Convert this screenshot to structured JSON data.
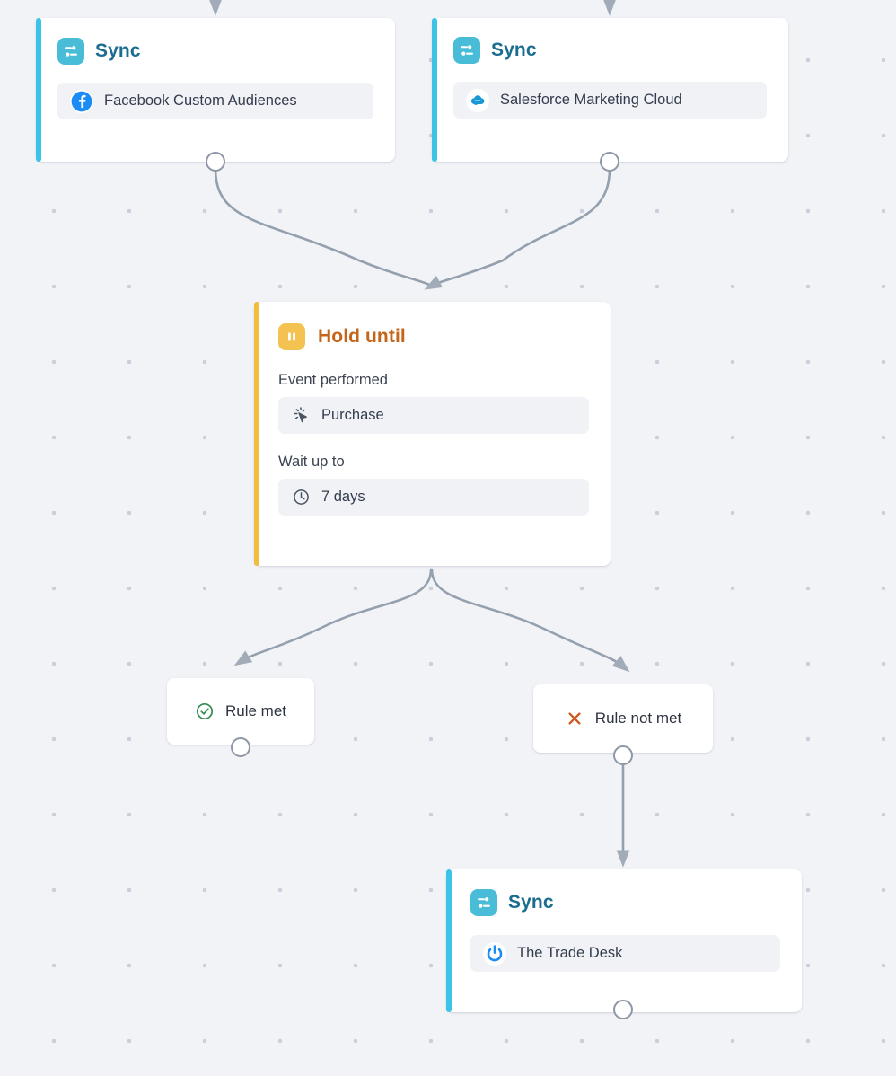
{
  "canvas": {
    "background_color": "#f1f3f7",
    "dot_color": "#c9cfdb",
    "edge_color": "#95a0ae"
  },
  "nodes": [
    {
      "id": "sync-facebook",
      "type": "sync",
      "title": "Sync",
      "accent_color": "#3cc3e8",
      "title_color": "#1b6d8f",
      "icon_name": "sync-icon",
      "destination": {
        "label": "Facebook Custom Audiences",
        "logo_name": "facebook-logo",
        "logo_color": "#1b8cf5"
      }
    },
    {
      "id": "sync-salesforce",
      "type": "sync",
      "title": "Sync",
      "accent_color": "#3cc3e8",
      "title_color": "#1b6d8f",
      "icon_name": "sync-icon",
      "destination": {
        "label": "Salesforce Marketing Cloud",
        "logo_name": "salesforce-logo",
        "logo_color": "#1798d6"
      }
    },
    {
      "id": "hold-until",
      "type": "hold",
      "title": "Hold until",
      "accent_color": "#f0be3c",
      "title_color": "#c4651b",
      "icon_name": "pause-icon",
      "fields": [
        {
          "label": "Event performed",
          "value": "Purchase",
          "icon_name": "click-cursor-icon"
        },
        {
          "label": "Wait up to",
          "value": "7 days",
          "icon_name": "clock-icon"
        }
      ]
    },
    {
      "id": "branch-rule-met",
      "type": "branch",
      "label": "Rule met",
      "icon_name": "check-circle-icon",
      "icon_color": "#2e8b4f"
    },
    {
      "id": "branch-rule-not-met",
      "type": "branch",
      "label": "Rule not met",
      "icon_name": "close-x-icon",
      "icon_color": "#cc5a1e"
    },
    {
      "id": "sync-tradedesk",
      "type": "sync",
      "title": "Sync",
      "accent_color": "#3cc3e8",
      "title_color": "#1b6d8f",
      "icon_name": "sync-icon",
      "destination": {
        "label": "The Trade Desk",
        "logo_name": "trade-desk-logo",
        "logo_color": "#1b8cf5"
      }
    }
  ]
}
